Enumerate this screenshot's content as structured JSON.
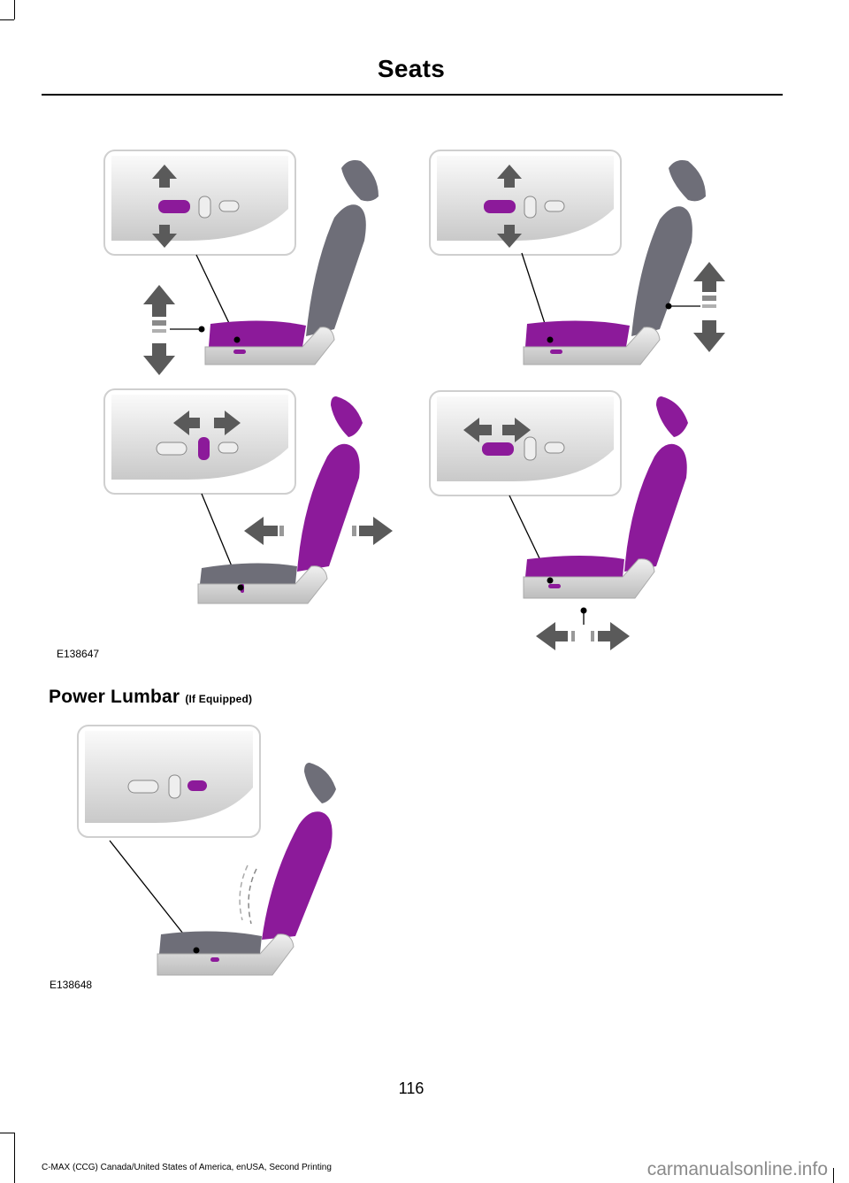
{
  "header": {
    "title": "Seats"
  },
  "figures": [
    {
      "code": "E138647"
    },
    {
      "code": "E138648"
    }
  ],
  "section": {
    "heading": "Power Lumbar",
    "qualifier": "(If Equipped)"
  },
  "footer": {
    "page_number": "116",
    "edition": "C-MAX (CCG) Canada/United States of America, enUSA, Second Printing",
    "watermark": "carmanualsonline.info"
  },
  "colors": {
    "accent": "#8c1a9a",
    "seat_grey": "#6e6e78",
    "arrow_grey": "#5a5a5a"
  }
}
